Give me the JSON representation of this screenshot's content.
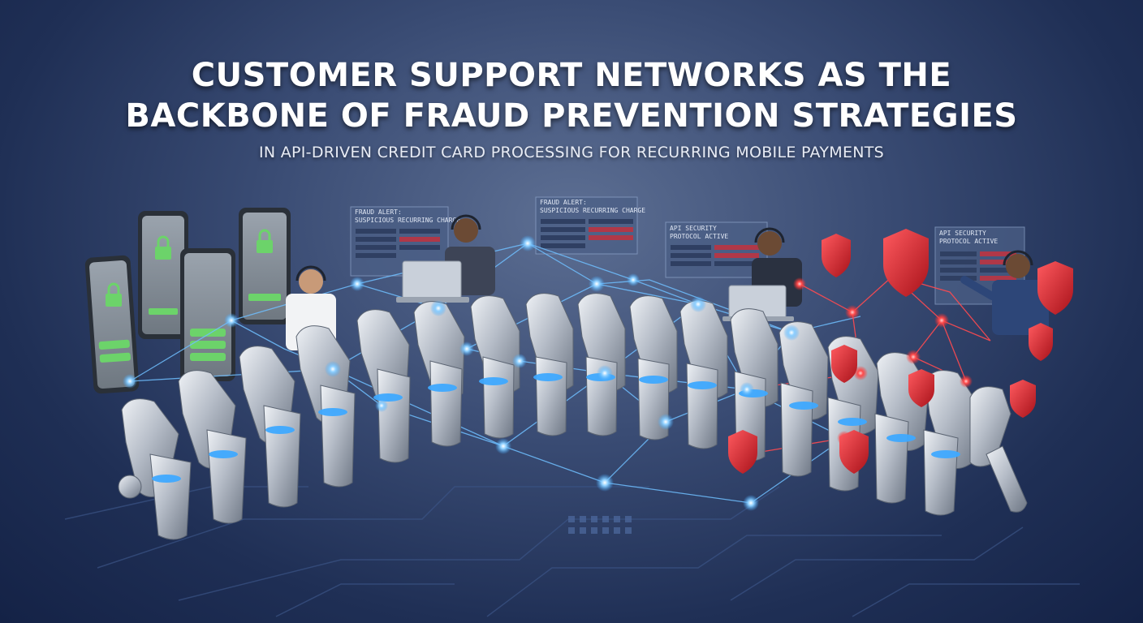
{
  "header": {
    "title_line1": "CUSTOMER SUPPORT NETWORKS AS THE",
    "title_line2": "BACKBONE OF FRAUD PREVENTION STRATEGIES",
    "subtitle": "IN API-DRIVEN CREDIT CARD PROCESSING FOR RECURRING MOBILE PAYMENTS"
  },
  "panels": [
    {
      "line1": "FRAUD ALERT:",
      "line2": "SUSPICIOUS RECURRING CHARGE"
    },
    {
      "line1": "FRAUD ALERT:",
      "line2": "SUSPICIOUS RECURRING CHARGE"
    },
    {
      "line1": "API SECURITY",
      "line2": "PROTOCOL ACTIVE"
    },
    {
      "line1": "API SECURITY",
      "line2": "PROTOCOL ACTIVE"
    }
  ],
  "colors": {
    "accent_blue": "#3fa9ff",
    "alert_red": "#e0282e",
    "phone_green": "#6cd36a",
    "metal": "#b9c0cb"
  },
  "icons": [
    "lock-icon",
    "shield-icon",
    "headset-agent-icon",
    "laptop-icon",
    "network-node-icon"
  ]
}
